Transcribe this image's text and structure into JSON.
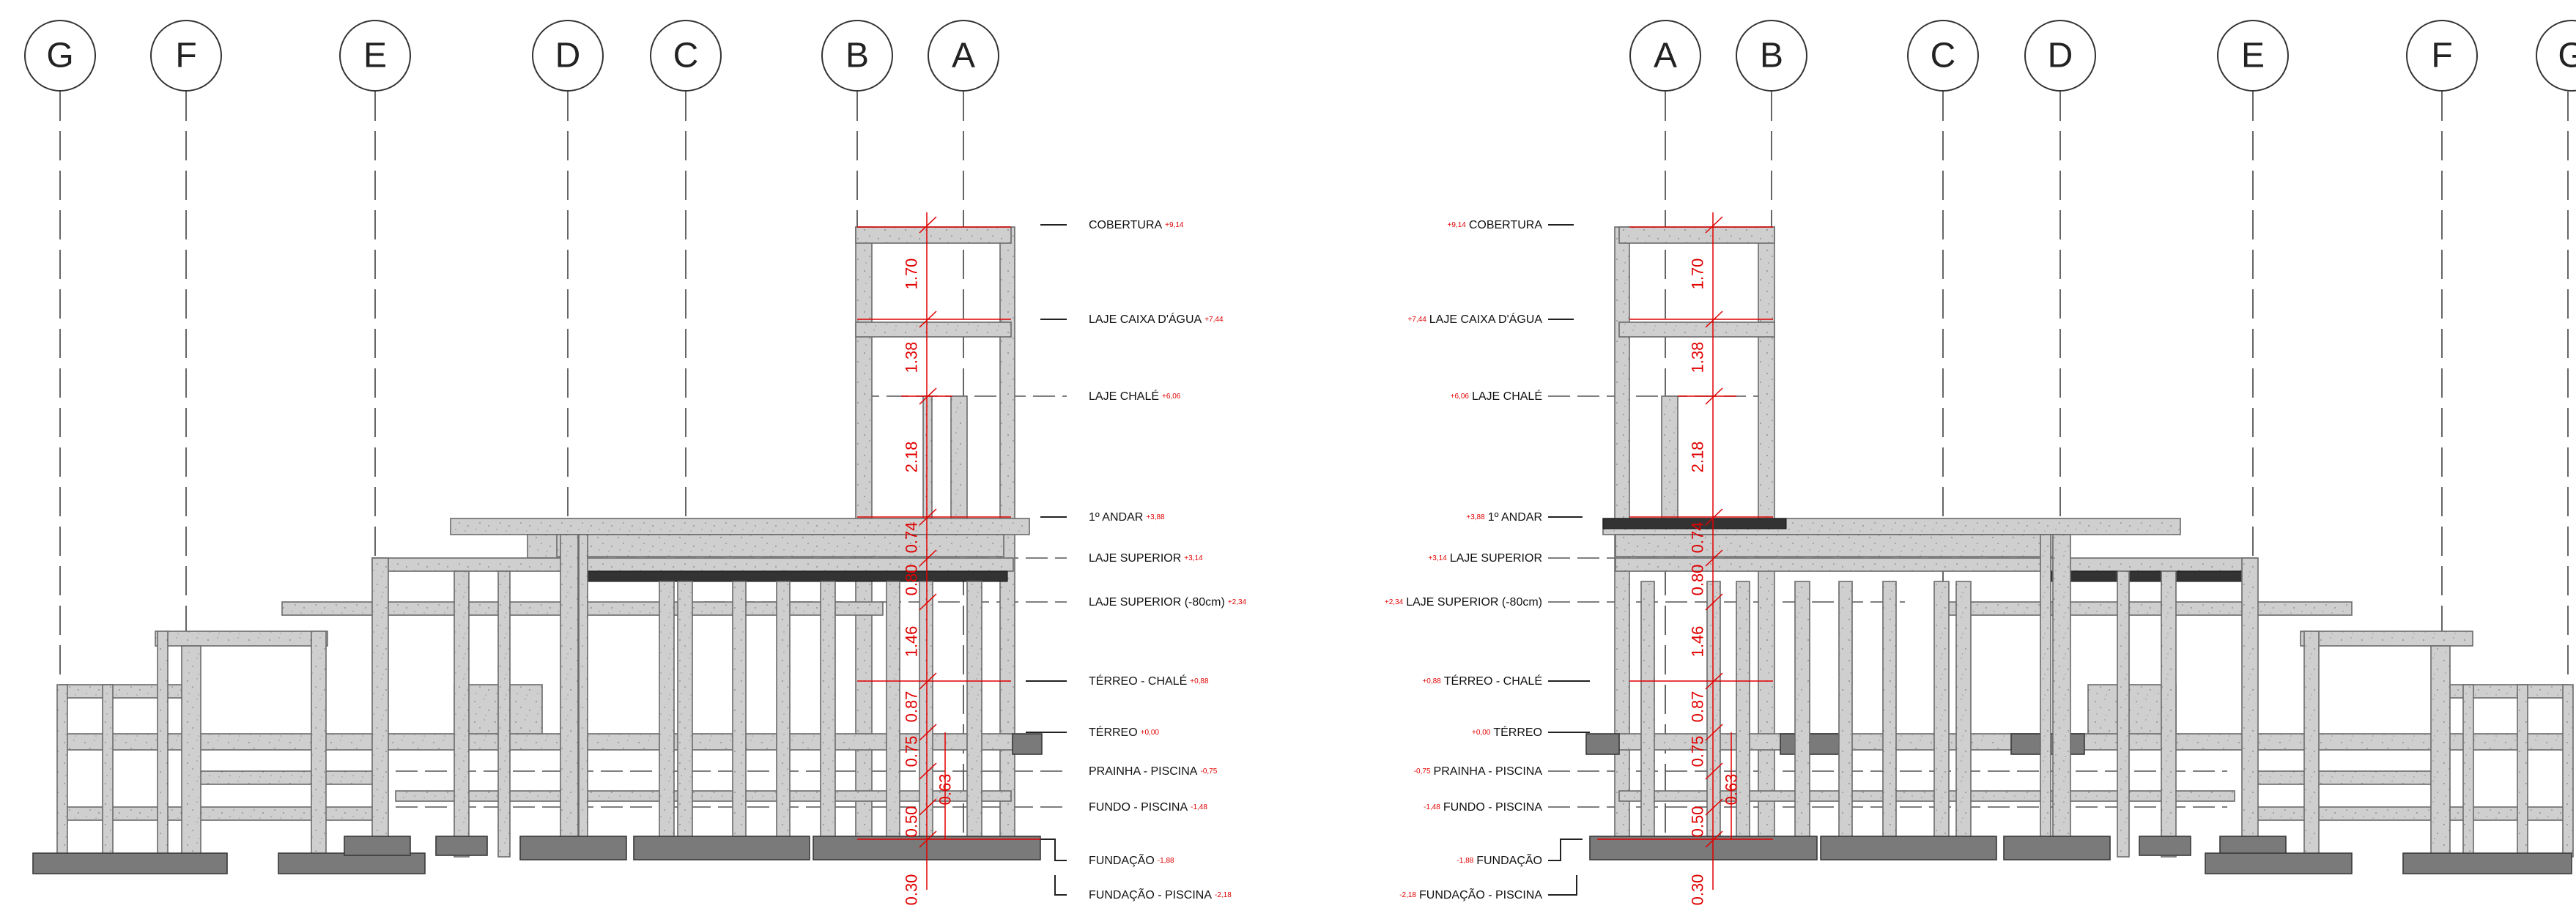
{
  "grid_left": [
    {
      "label": "G"
    },
    {
      "label": "F"
    },
    {
      "label": "E"
    },
    {
      "label": "D"
    },
    {
      "label": "C"
    },
    {
      "label": "B"
    },
    {
      "label": "A"
    }
  ],
  "grid_right": [
    {
      "label": "A"
    },
    {
      "label": "B"
    },
    {
      "label": "C"
    },
    {
      "label": "D"
    },
    {
      "label": "E"
    },
    {
      "label": "F"
    },
    {
      "label": "G"
    }
  ],
  "levels_left": [
    {
      "name": "COBERTURA",
      "elev": "+9,14"
    },
    {
      "name": "LAJE CAIXA D'ÁGUA",
      "elev": "+7,44"
    },
    {
      "name": "LAJE CHALÉ",
      "elev": "+6,06"
    },
    {
      "name": "1º ANDAR",
      "elev": "+3,88"
    },
    {
      "name": "LAJE SUPERIOR",
      "elev": "+3,14"
    },
    {
      "name": "LAJE SUPERIOR (-80cm)",
      "elev": "+2,34"
    },
    {
      "name": "TÉRREO - CHALÉ",
      "elev": "+0,88"
    },
    {
      "name": "TÉRREO",
      "elev": "+0,00"
    },
    {
      "name": "PRAINHA - PISCINA",
      "elev": "-0,75"
    },
    {
      "name": "FUNDO - PISCINA",
      "elev": "-1,48"
    },
    {
      "name": "FUNDAÇÃO",
      "elev": "-1,88"
    },
    {
      "name": "FUNDAÇÃO - PISCINA",
      "elev": "-2,18"
    }
  ],
  "levels_right": [
    {
      "name": "COBERTURA",
      "elev": "+9,14"
    },
    {
      "name": "LAJE CAIXA D'ÁGUA",
      "elev": "+7,44"
    },
    {
      "name": "LAJE CHALÉ",
      "elev": "+6,06"
    },
    {
      "name": "1º ANDAR",
      "elev": "+3,88"
    },
    {
      "name": "LAJE SUPERIOR",
      "elev": "+3,14"
    },
    {
      "name": "LAJE SUPERIOR (-80cm)",
      "elev": "+2,34"
    },
    {
      "name": "TÉRREO - CHALÉ",
      "elev": "+0,88"
    },
    {
      "name": "TÉRREO",
      "elev": "+0,00"
    },
    {
      "name": "PRAINHA - PISCINA",
      "elev": "-0,75"
    },
    {
      "name": "FUNDO - PISCINA",
      "elev": "-1,48"
    },
    {
      "name": "FUNDAÇÃO",
      "elev": "-1,88"
    },
    {
      "name": "FUNDAÇÃO - PISCINA",
      "elev": "-2,18"
    }
  ],
  "dims": [
    "1.70",
    "1.38",
    "2.18",
    "0.74",
    "0.80",
    "1.46",
    "0.87",
    "0.75",
    "0.63",
    "0.50",
    "0.30"
  ],
  "colors": {
    "dimension": "#e00000",
    "concrete": "#cfcfcf",
    "foundation": "#7a7a7a",
    "line": "#333333"
  }
}
